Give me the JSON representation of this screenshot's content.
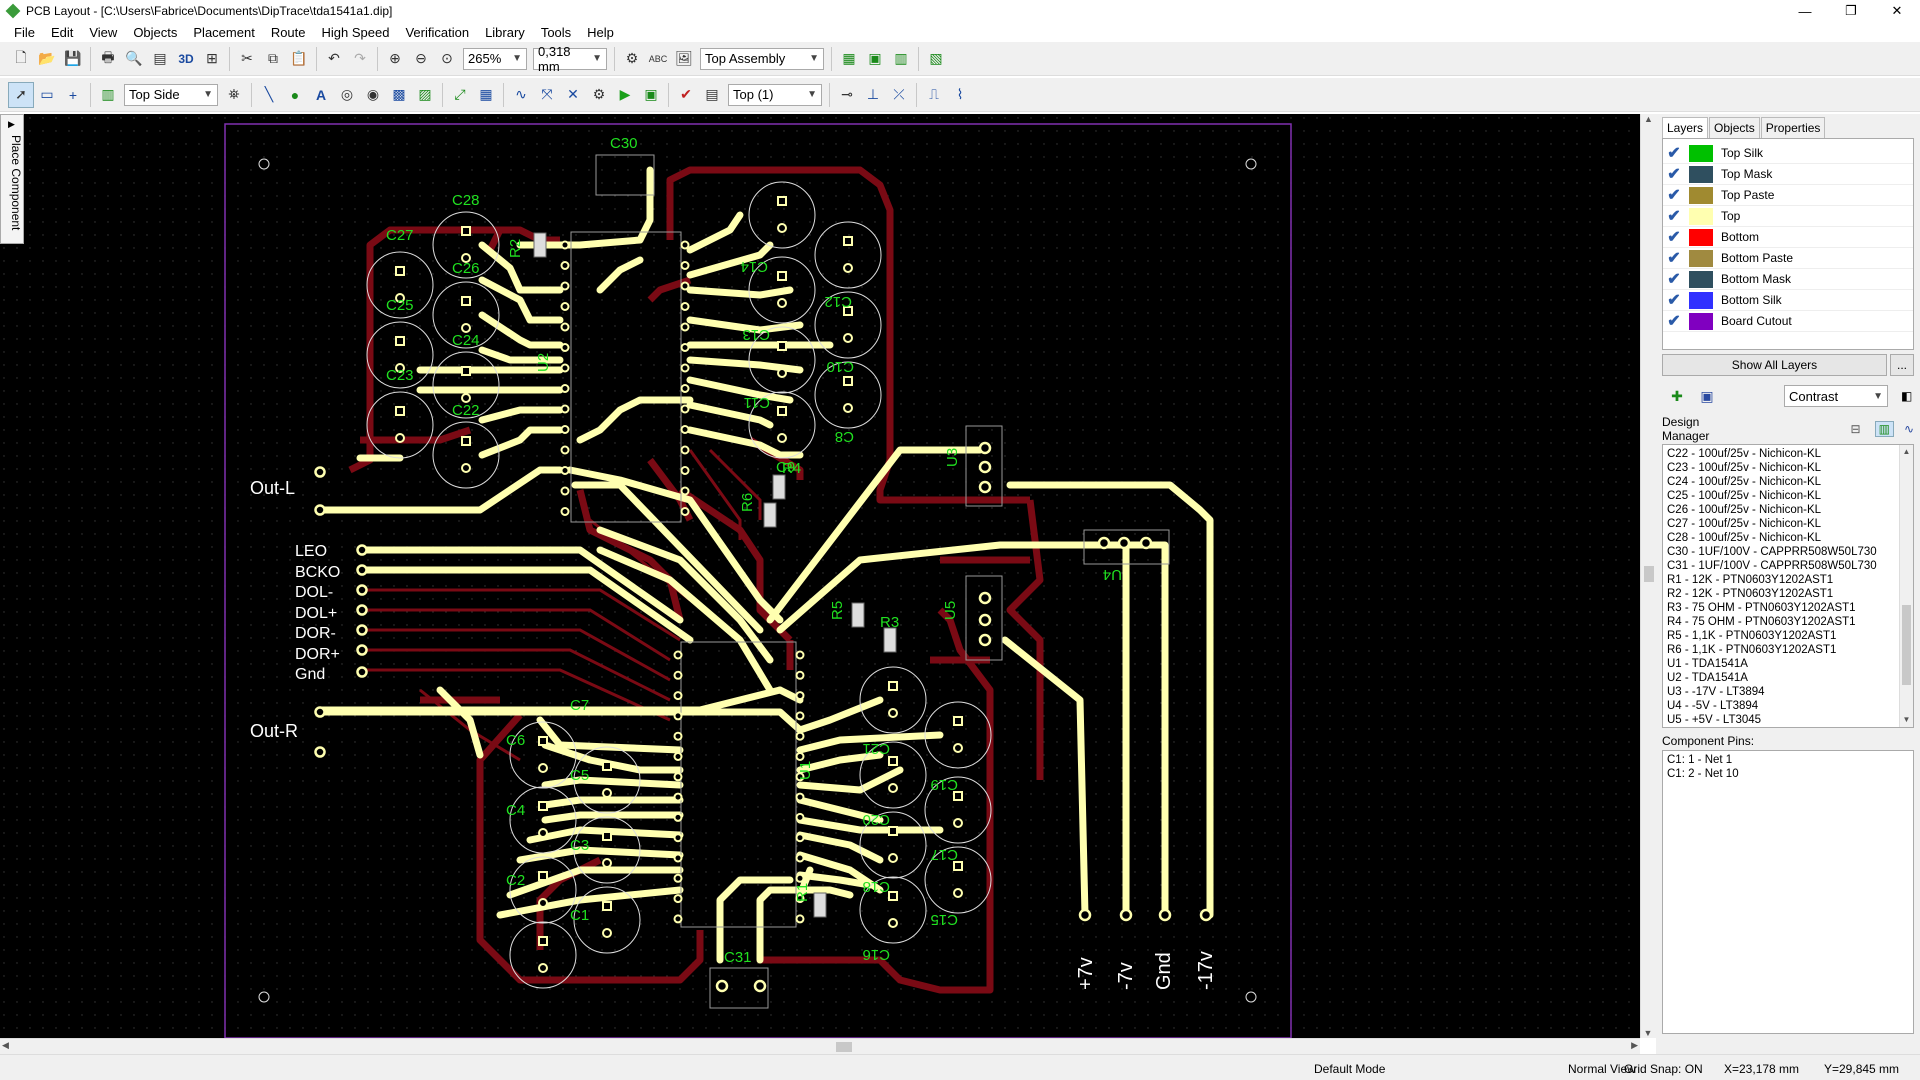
{
  "window": {
    "title": "PCB Layout - [C:\\Users\\Fabrice\\Documents\\DipTrace\\tda1541a1.dip]",
    "minimize": "—",
    "maximize": "❐",
    "close": "✕"
  },
  "menu": [
    "File",
    "Edit",
    "View",
    "Objects",
    "Placement",
    "Route",
    "High Speed",
    "Verification",
    "Library",
    "Tools",
    "Help"
  ],
  "toolbar1": {
    "zoom": "265%",
    "grid": "0,318 mm",
    "assembly": "Top Assembly",
    "three_d": "3D"
  },
  "toolbar2": {
    "side": "Top Side",
    "layer": "Top (1)"
  },
  "side_tab": "Place Component",
  "right_panel": {
    "tabs": [
      "Layers",
      "Objects",
      "Properties"
    ],
    "layers": [
      {
        "name": "Top Silk",
        "color": "#00c000",
        "checked": true
      },
      {
        "name": "Top Mask",
        "color": "#2f4f5f",
        "checked": true
      },
      {
        "name": "Top Paste",
        "color": "#a08a30",
        "checked": true
      },
      {
        "name": "Top",
        "color": "#ffffb0",
        "checked": true
      },
      {
        "name": "Bottom",
        "color": "#ff0000",
        "checked": true
      },
      {
        "name": "Bottom Paste",
        "color": "#a08a40",
        "checked": true
      },
      {
        "name": "Bottom Mask",
        "color": "#2f4f5f",
        "checked": true
      },
      {
        "name": "Bottom Silk",
        "color": "#3030ff",
        "checked": true
      },
      {
        "name": "Board Cutout",
        "color": "#8000c0",
        "checked": true
      }
    ],
    "show_all_layers": "Show All Layers",
    "more": "...",
    "contrast": "Contrast",
    "design_manager_label": "Design Manager",
    "design_manager_items": [
      "C22 - 100uf/25v - Nichicon-KL",
      "C23 - 100uf/25v - Nichicon-KL",
      "C24 - 100uf/25v - Nichicon-KL",
      "C25 - 100uf/25v - Nichicon-KL",
      "C26 - 100uf/25v - Nichicon-KL",
      "C27 - 100uf/25v - Nichicon-KL",
      "C28 - 100uf/25v - Nichicon-KL",
      "C30 - 1UF/100V - CAPPRR508W50L730",
      "C31 - 1UF/100V - CAPPRR508W50L730",
      "R1 - 12K - PTN0603Y1202AST1",
      "R2 - 12K - PTN0603Y1202AST1",
      "R3 - 75 OHM - PTN0603Y1202AST1",
      "R4 - 75 OHM - PTN0603Y1202AST1",
      "R5 - 1,1K - PTN0603Y1202AST1",
      "R6 - 1,1K - PTN0603Y1202AST1",
      "U1 - TDA1541A",
      "U2 - TDA1541A",
      "U3 - -17V - LT3894",
      "U4 - -5V - LT3894",
      "U5 - +5V - LT3045"
    ],
    "component_pins_label": "Component Pins:",
    "component_pins": [
      "C1: 1 - Net 1",
      "C1: 2 - Net 10"
    ]
  },
  "board": {
    "labels_left": [
      "Out-L",
      "LEO",
      "BCKO",
      "DOL-",
      "DOL+",
      "DOR-",
      "DOR+",
      "Gnd",
      "Out-R"
    ],
    "labels_bottom": [
      "+7v",
      "-7v",
      "Gnd",
      "-17v"
    ],
    "refdes": [
      "C30",
      "C28",
      "C27",
      "C26",
      "C25",
      "C24",
      "C23",
      "C22",
      "R2",
      "U2",
      "C14",
      "C12",
      "C13",
      "C10",
      "C11",
      "C8",
      "C9",
      "R4",
      "R6",
      "U3",
      "U4",
      "R5",
      "R3",
      "U5",
      "C7",
      "C6",
      "C5",
      "C4",
      "C3",
      "C2",
      "C1",
      "C21",
      "C19",
      "C20",
      "C17",
      "C18",
      "C15",
      "C16",
      "U1",
      "R1",
      "C31"
    ]
  },
  "status": {
    "mode": "Default Mode",
    "view": "Normal View",
    "grid_snap": "Grid Snap: ON",
    "x": "X=23,178 mm",
    "y": "Y=29,845 mm"
  }
}
